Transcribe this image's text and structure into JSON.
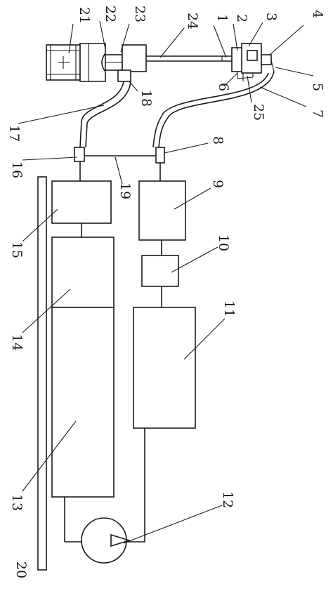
{
  "diagram": {
    "labels": {
      "l1": "1",
      "l2": "2",
      "l3": "3",
      "l4": "4",
      "l5": "5",
      "l6": "6",
      "l7": "7",
      "l8": "8",
      "l9": "9",
      "l10": "10",
      "l11": "11",
      "l12": "12",
      "l13": "13",
      "l14": "14",
      "l15": "15",
      "l16": "16",
      "l17": "17",
      "l18": "18",
      "l19": "19",
      "l20": "20",
      "l21": "21",
      "l22": "22",
      "l23": "23",
      "l24": "24",
      "l25": "25"
    }
  }
}
